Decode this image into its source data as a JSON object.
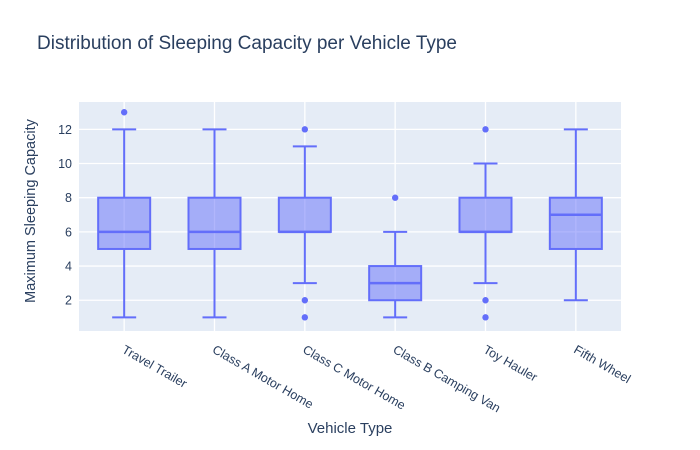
{
  "chart_data": {
    "type": "box",
    "title": "Distribution of Sleeping Capacity per Vehicle Type",
    "xlabel": "Vehicle Type",
    "ylabel": "Maximum Sleeping Capacity",
    "categories": [
      "Travel Trailer",
      "Class A Motor Home",
      "Class C Motor Home",
      "Class B Camping Van",
      "Toy Hauler",
      "Fifth Wheel"
    ],
    "series": [
      {
        "name": "Travel Trailer",
        "lower_whisker": 1,
        "q1": 5,
        "median": 6,
        "q3": 8,
        "upper_whisker": 12,
        "outliers": [
          13
        ]
      },
      {
        "name": "Class A Motor Home",
        "lower_whisker": 1,
        "q1": 5,
        "median": 6,
        "q3": 8,
        "upper_whisker": 12,
        "outliers": []
      },
      {
        "name": "Class C Motor Home",
        "lower_whisker": 3,
        "q1": 6,
        "median": 6,
        "q3": 8,
        "upper_whisker": 11,
        "outliers": [
          12,
          2,
          1
        ]
      },
      {
        "name": "Class B Camping Van",
        "lower_whisker": 1,
        "q1": 2,
        "median": 3,
        "q3": 4,
        "upper_whisker": 6,
        "outliers": [
          8
        ]
      },
      {
        "name": "Toy Hauler",
        "lower_whisker": 3,
        "q1": 6,
        "median": 6,
        "q3": 8,
        "upper_whisker": 10,
        "outliers": [
          12,
          2,
          1
        ]
      },
      {
        "name": "Fifth Wheel",
        "lower_whisker": 2,
        "q1": 5,
        "median": 7,
        "q3": 8,
        "upper_whisker": 12,
        "outliers": []
      }
    ],
    "yticks": [
      2,
      4,
      6,
      8,
      10,
      12
    ],
    "ylim": [
      0.2,
      13.6
    ],
    "grid": true,
    "legend": "none",
    "colors": {
      "accent": "#636efa",
      "box_fill": "rgba(99,110,250,0.5)",
      "plot_bg": "#e5ecf6",
      "gridline": "#ffffff",
      "text": "#2a3f5f",
      "background": "#ffffff"
    }
  }
}
